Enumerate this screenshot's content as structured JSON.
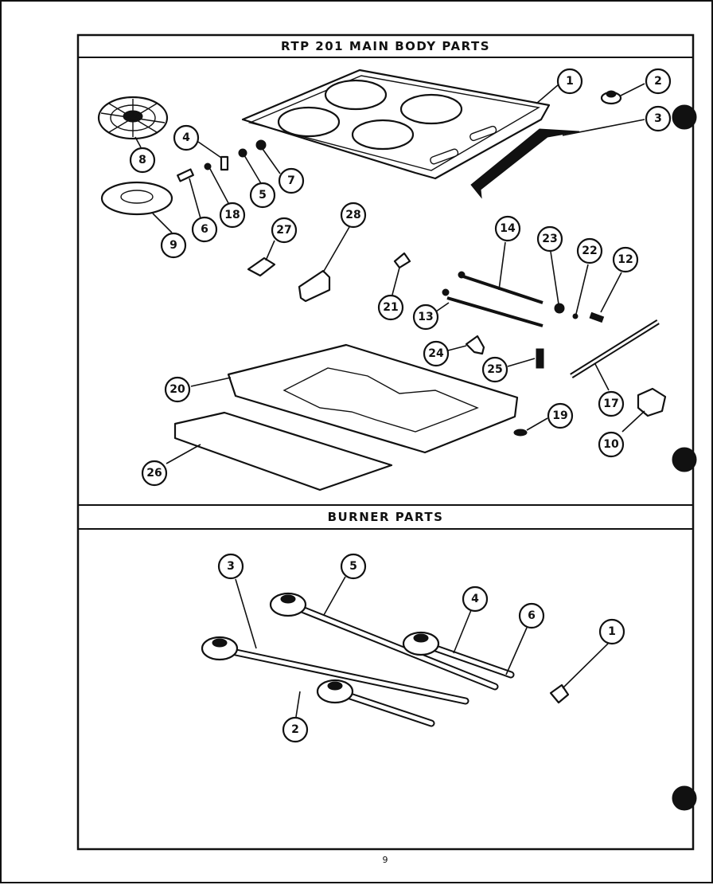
{
  "sections": {
    "main_body": {
      "title": "RTP 201  MAIN BODY PARTS"
    },
    "burner": {
      "title": "BURNER  PARTS"
    }
  },
  "page_number": "9",
  "main_body_callouts": [
    "1",
    "2",
    "3",
    "4",
    "5",
    "6",
    "7",
    "8",
    "9",
    "10",
    "12",
    "13",
    "14",
    "17",
    "18",
    "19",
    "20",
    "21",
    "22",
    "23",
    "24",
    "25",
    "26",
    "27",
    "28"
  ],
  "burner_callouts": [
    "1",
    "2",
    "3",
    "4",
    "5",
    "6"
  ]
}
